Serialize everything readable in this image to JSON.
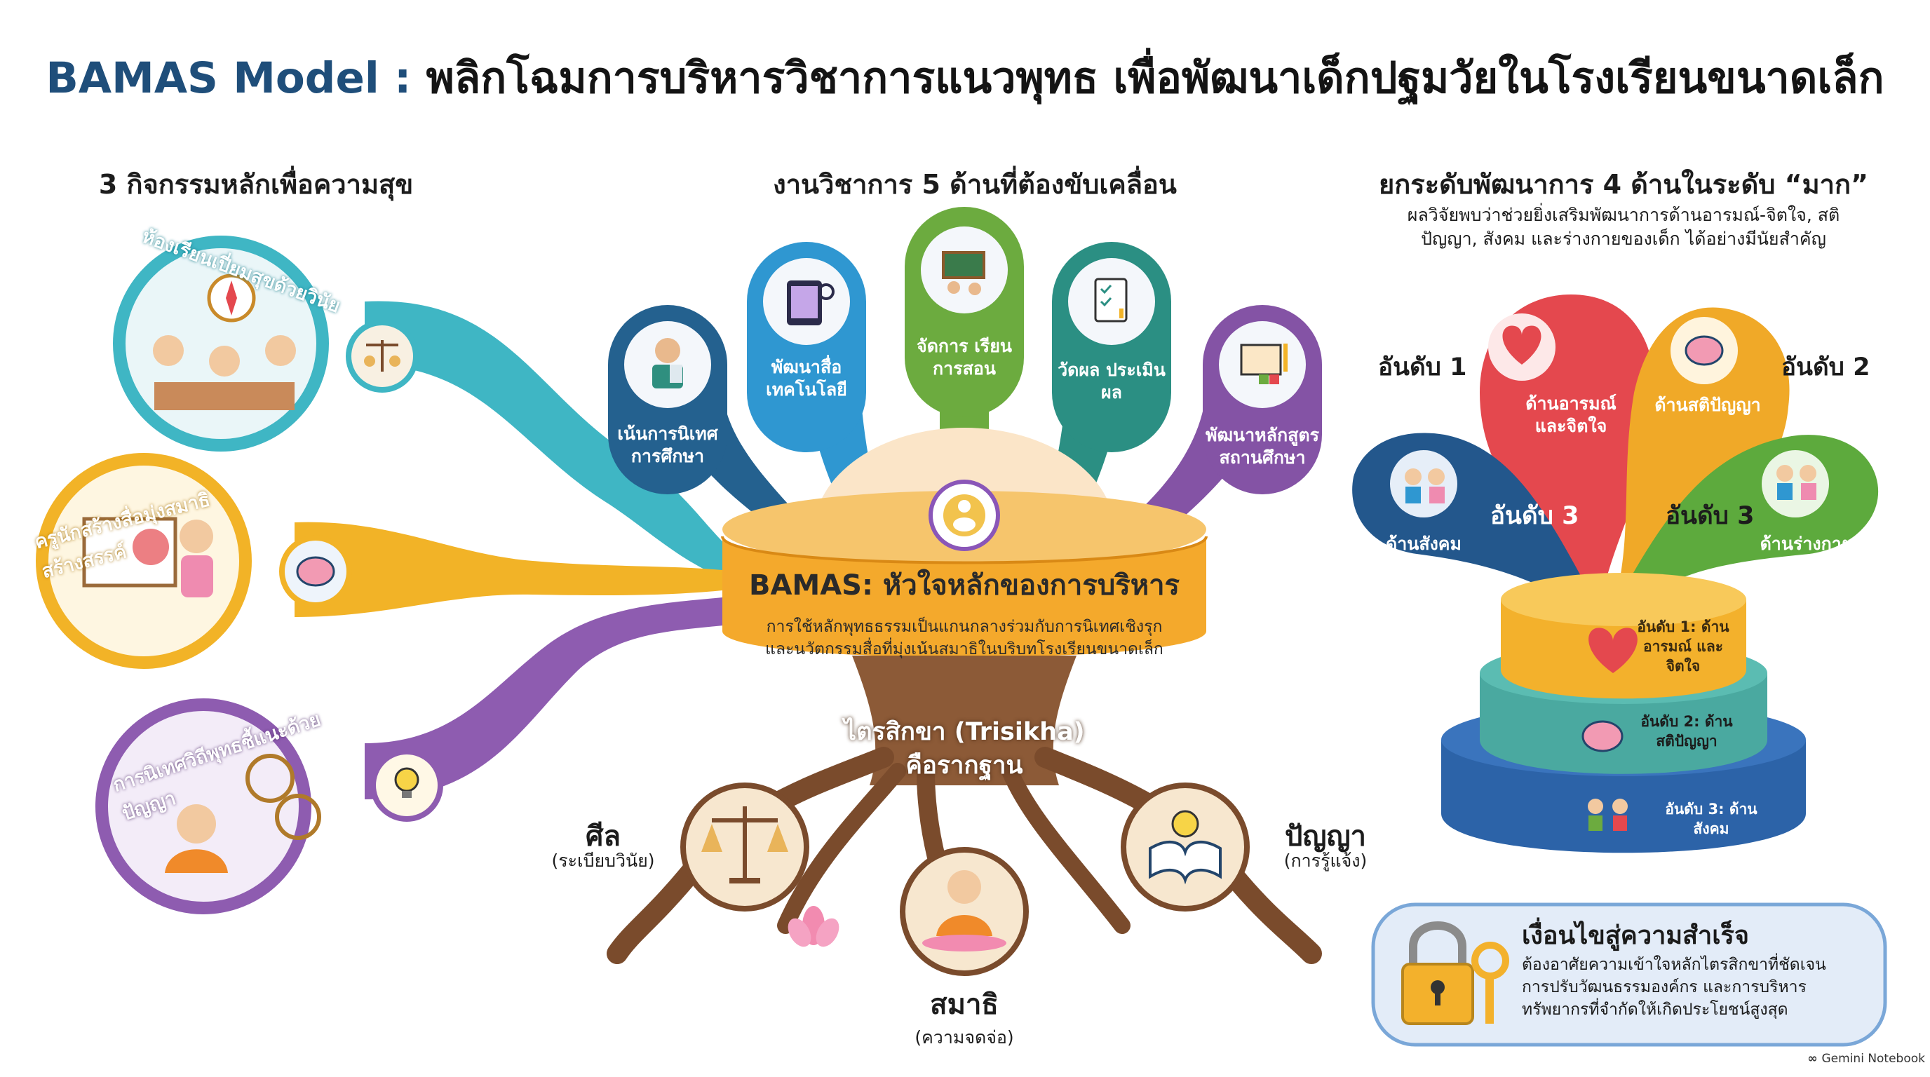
{
  "title": {
    "prefix": "BAMAS Model :",
    "main": "พลิกโฉมการบริหารวิชาการแนวพุทธ เพื่อพัฒนาเด็กปฐมวัยในโรงเรียนขนาดเล็ก"
  },
  "left": {
    "heading": "3 กิจกรรมหลักเพื่อความสุข",
    "items": [
      {
        "label": "ห้องเรียนเปี่ยมสุขด้วยวินัย",
        "icon": "compass-icon",
        "badge": "scales-icon",
        "color": "#3fb6c4"
      },
      {
        "label": "ครูนักสร้างสื่อมุ่งสมาธิสร้างสรรค์",
        "badge": "brain-icon",
        "color": "#f2b327"
      },
      {
        "label": "การนิเทศวิถีพุทธชี้แนะด้วยปัญญา",
        "icon": "dharma-wheel-icon",
        "badge": "lightbulb-icon",
        "color": "#8e5cb0"
      }
    ]
  },
  "center": {
    "heading": "งานวิชาการ 5 ด้านที่ต้องขับเคลื่อน",
    "cards": [
      {
        "label": "เน้นการนิเทศ การศึกษา",
        "color": "#24618f"
      },
      {
        "label": "พัฒนาสื่อ เทคโนโลยี",
        "color": "#2f97d1"
      },
      {
        "label": "จัดการ เรียนการสอน",
        "color": "#6cab3f"
      },
      {
        "label": "วัดผล ประเมินผล",
        "color": "#2b8f83"
      },
      {
        "label": "พัฒนาหลักสูตร สถานศึกษา",
        "color": "#8453a5"
      }
    ],
    "core": {
      "name": "BAMAS: หัวใจหลักของการบริหาร",
      "desc_line1": "การใช้หลักพุทธธรรมเป็นแกนกลางร่วมกับการนิเทศเชิงรุก",
      "desc_line2": "และนวัตกรรมสื่อที่มุ่งเน้นสมาธิในบริบทโรงเรียนขนาดเล็ก"
    },
    "roots": {
      "title_line1": "ไตรสิกขา (Trisikha)",
      "title_line2": "คือรากฐาน",
      "items": [
        {
          "label": "ศีล",
          "sub": "(ระเบียบวินัย)",
          "icon": "scales-icon"
        },
        {
          "label": "สมาธิ",
          "sub": "(ความจดจ่อ)",
          "icon": "meditating-child-icon"
        },
        {
          "label": "ปัญญา",
          "sub": "(การรู้แจ้ง)",
          "icon": "book-lightbulb-icon"
        }
      ]
    }
  },
  "right": {
    "heading": "ยกระดับพัฒนาการ 4 ด้านในระดับ “มาก”",
    "subtitle": "ผลวิจัยพบว่าช่วยยิ่งเสริมพัฒนาการด้านอารมณ์-จิตใจ, สติปัญญา, สังคม และร่างกายของเด็ก ได้อย่างมีนัยสำคัญ",
    "petals": [
      {
        "label": "ด้านอารมณ์ และจิตใจ",
        "rank": "อันดับ 1",
        "icon": "heart-icon",
        "color": "#e4484e"
      },
      {
        "label": "ด้านสติปัญญา",
        "rank": "อันดับ 2",
        "icon": "brain-icon",
        "color": "#f0a928"
      },
      {
        "label": "ด้านสังคม",
        "rank": "อันดับ 3",
        "icon": "children-icon",
        "color": "#23578c"
      },
      {
        "label": "ด้านร่างกาย",
        "rank": "อันดับ 3",
        "icon": "running-kids-icon",
        "color": "#5daa3d"
      }
    ],
    "tiers": [
      {
        "label": "อันดับ 1: ด้านอารมณ์ และจิตใจ",
        "color": "#f3b12c"
      },
      {
        "label": "อันดับ 2: ด้านสติปัญญา",
        "color": "#4aa9a0"
      },
      {
        "label": "อันดับ 3: ด้านสังคม",
        "color": "#2c63a8"
      }
    ],
    "key_box": {
      "title": "เงื่อนไขสู่ความสำเร็จ",
      "line1": "ต้องอาศัยความเข้าใจหลักไตรสิกขาที่ชัดเจน",
      "line2": "การปรับวัฒนธรรมองค์กร และการบริหาร",
      "line3": "ทรัพยากรที่จำกัดให้เกิดประโยชน์สูงสุด"
    }
  },
  "footer": {
    "brand": "Gemini Notebook"
  }
}
